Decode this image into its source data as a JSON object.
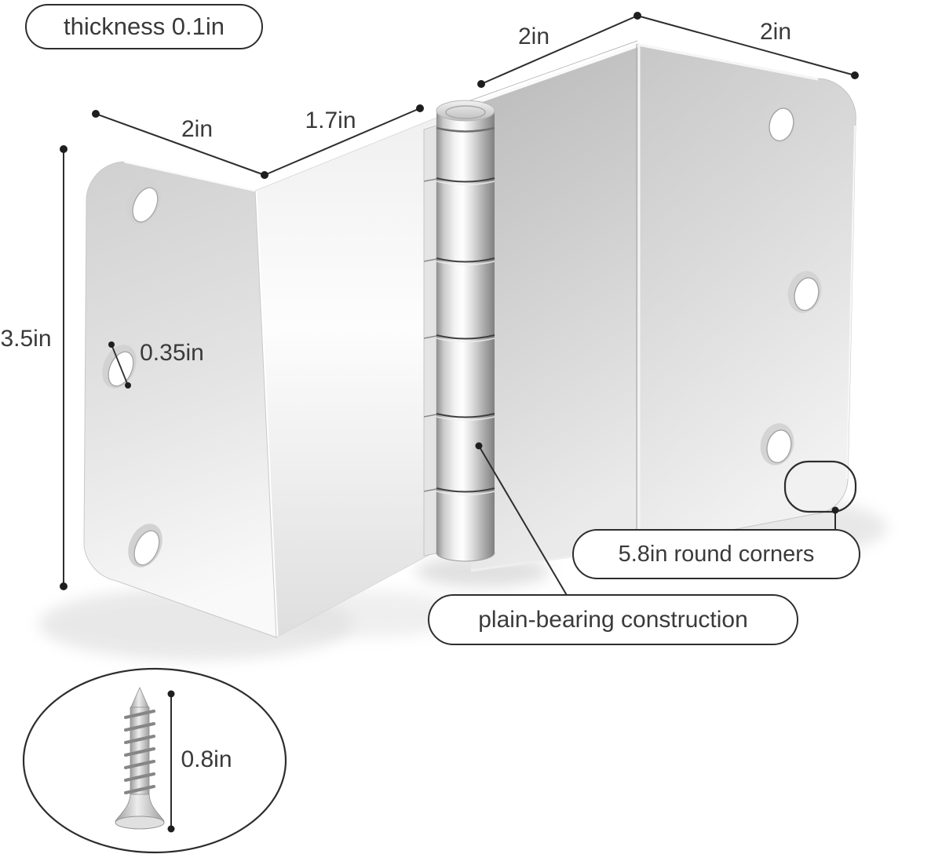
{
  "diagram": {
    "annotations": {
      "thickness": "thickness 0.1in",
      "top_left_width": "2in",
      "top_right_width": "2in",
      "leaf_width": "2in",
      "offset_width": "1.7in",
      "leaf_height": "3.5in",
      "hole_diameter": "0.35in",
      "corner_radius": "5.8in round corners",
      "construction": "plain-bearing construction",
      "screw_length": "0.8in"
    },
    "colors": {
      "annotation_line": "#2d2d2d",
      "text": "#3a3a3a",
      "background": "#ffffff",
      "metal_highlight": "#ffffff",
      "metal_light": "#e9e9e9",
      "metal_mid": "#c9c9c9",
      "metal_dark": "#8d8d8d"
    }
  }
}
